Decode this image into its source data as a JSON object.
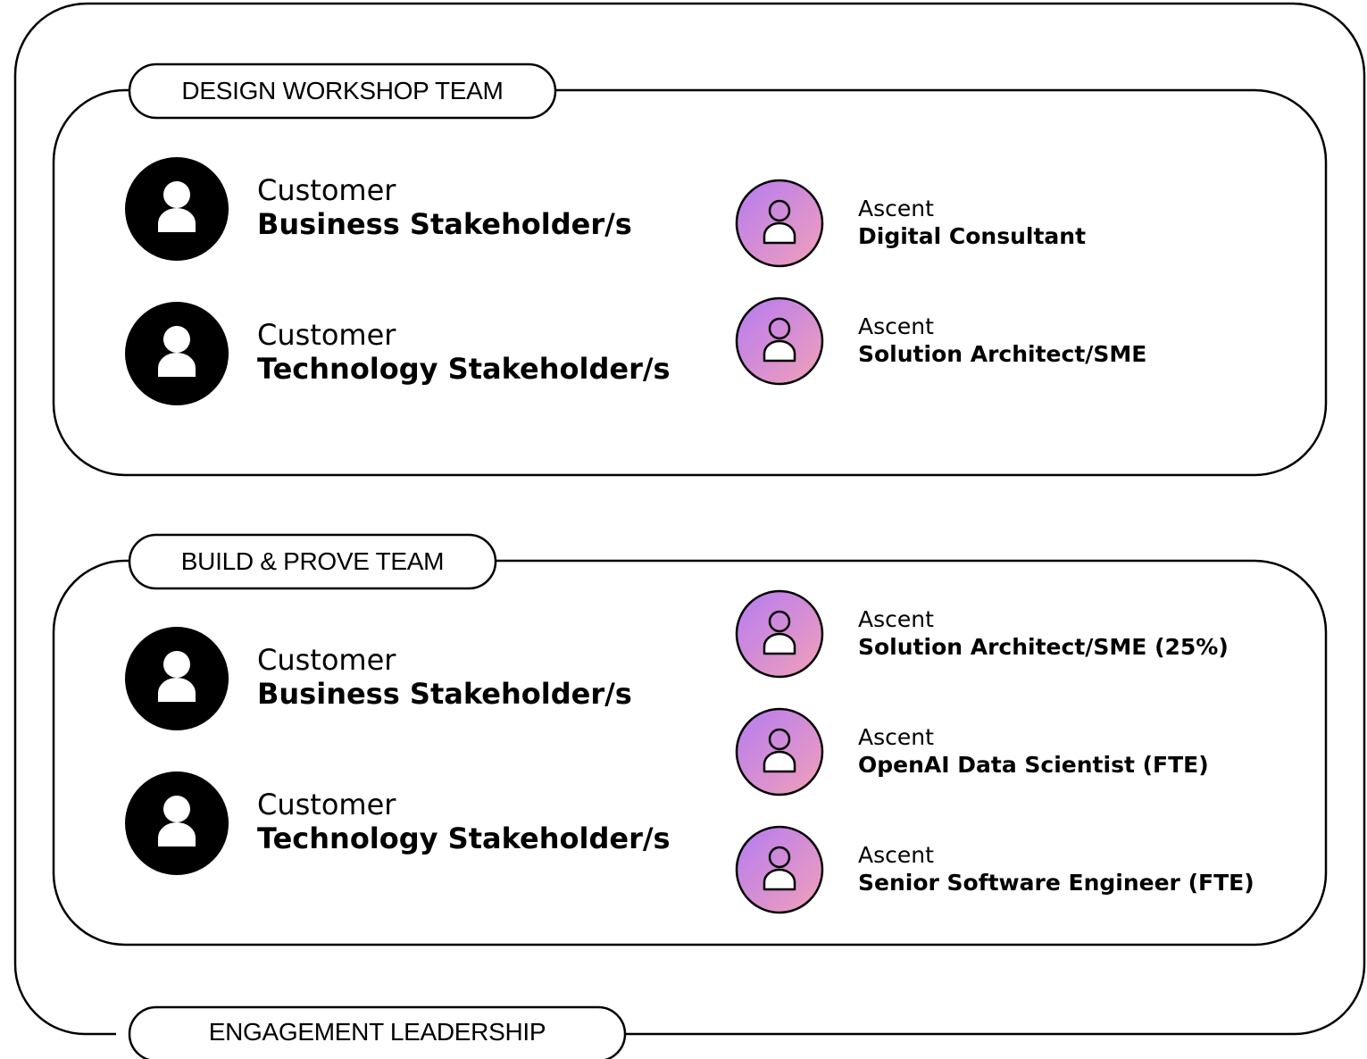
{
  "sections": [
    {
      "label": "DESIGN WORKSHOP TEAM",
      "customers": [
        {
          "org": "Customer",
          "role": "Business Stakeholder/s"
        },
        {
          "org": "Customer",
          "role": "Technology Stakeholder/s"
        }
      ],
      "ascent": [
        {
          "org": "Ascent",
          "role": "Digital Consultant"
        },
        {
          "org": "Ascent",
          "role": "Solution Architect/SME"
        }
      ]
    },
    {
      "label": "BUILD & PROVE TEAM",
      "customers": [
        {
          "org": "Customer",
          "role": "Business Stakeholder/s"
        },
        {
          "org": "Customer",
          "role": "Technology Stakeholder/s"
        }
      ],
      "ascent": [
        {
          "org": "Ascent",
          "role": "Solution Architect/SME (25%)"
        },
        {
          "org": "Ascent",
          "role": "OpenAI Data Scientist (FTE)"
        },
        {
          "org": "Ascent",
          "role": "Senior Software Engineer (FTE)"
        }
      ]
    }
  ],
  "footer_label": "ENGAGEMENT LEADERSHIP",
  "icons": {
    "customer": "person-icon",
    "ascent": "person-outline-icon"
  },
  "colors": {
    "customer_avatar": "#000000",
    "ascent_gradient_start": "#b57bf2",
    "ascent_gradient_end": "#f2a0b8",
    "line": "#000000"
  }
}
